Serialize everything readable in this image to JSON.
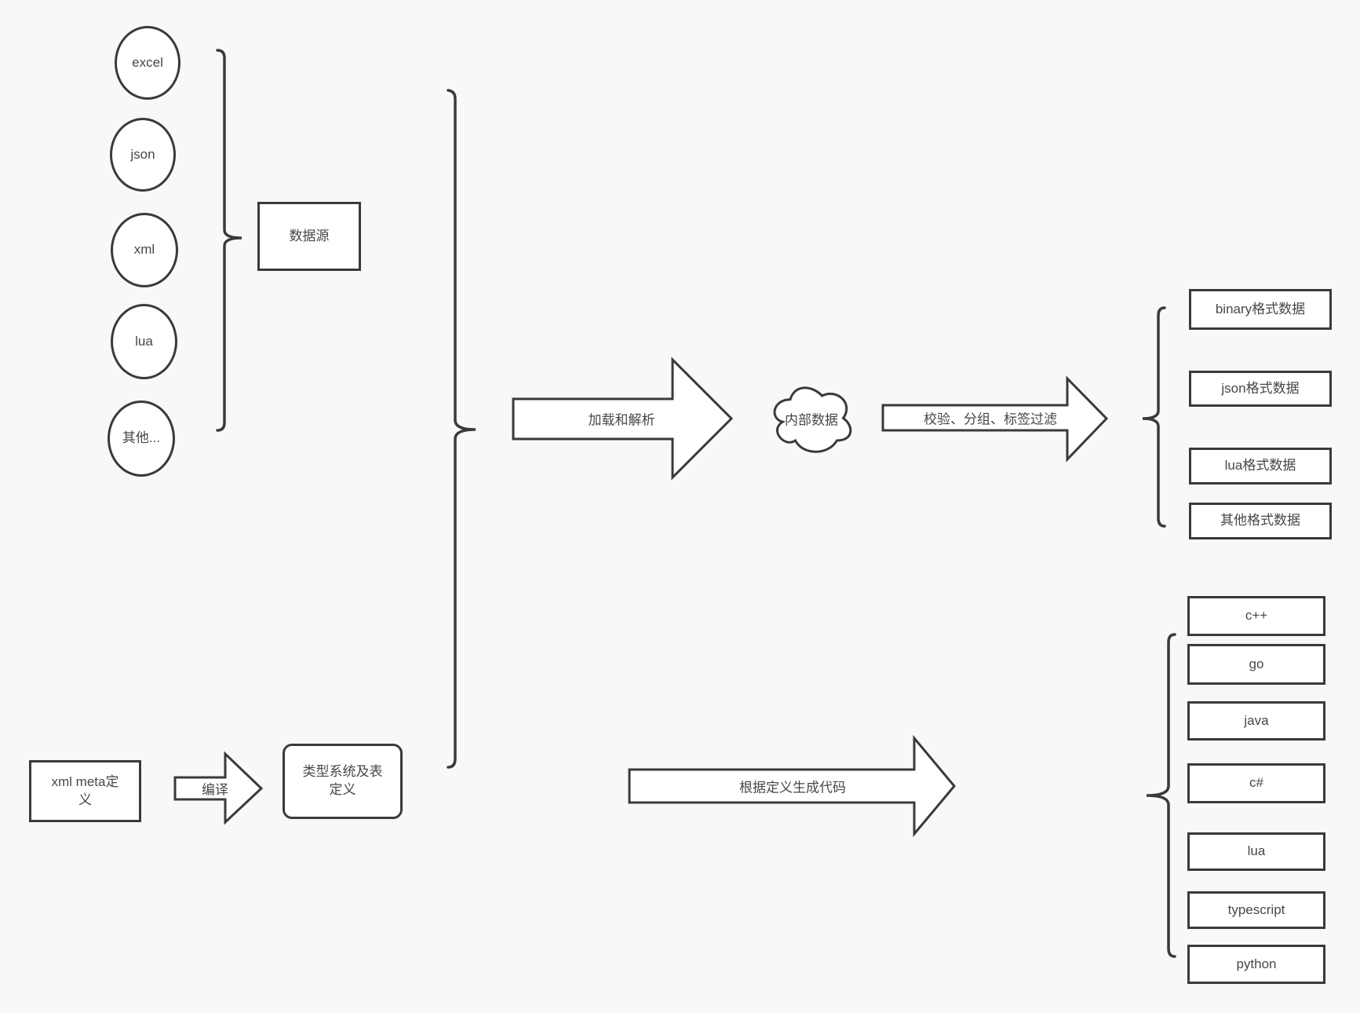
{
  "colors": {
    "background": "#f8f8f8",
    "stroke": "#3a3a3a",
    "shape_fill": "#ffffff",
    "text": "#474747"
  },
  "source_group": {
    "circles": [
      "excel",
      "json",
      "xml",
      "lua",
      "其他..."
    ],
    "label_box": "数据源"
  },
  "pipeline": {
    "load_parse_arrow": "加载和解析",
    "internal_data_cloud": "内部数据",
    "filter_arrow": "校验、分组、标签过滤"
  },
  "output_formats": [
    "binary格式数据",
    "json格式数据",
    "lua格式数据",
    "其他格式数据"
  ],
  "meta_flow": {
    "xml_meta_box": "xml meta定义",
    "compile_arrow": "编译",
    "type_system_box": "类型系统及表定义",
    "codegen_arrow": "根据定义生成代码"
  },
  "languages": [
    "c++",
    "go",
    "java",
    "c#",
    "lua",
    "typescript",
    "python"
  ]
}
